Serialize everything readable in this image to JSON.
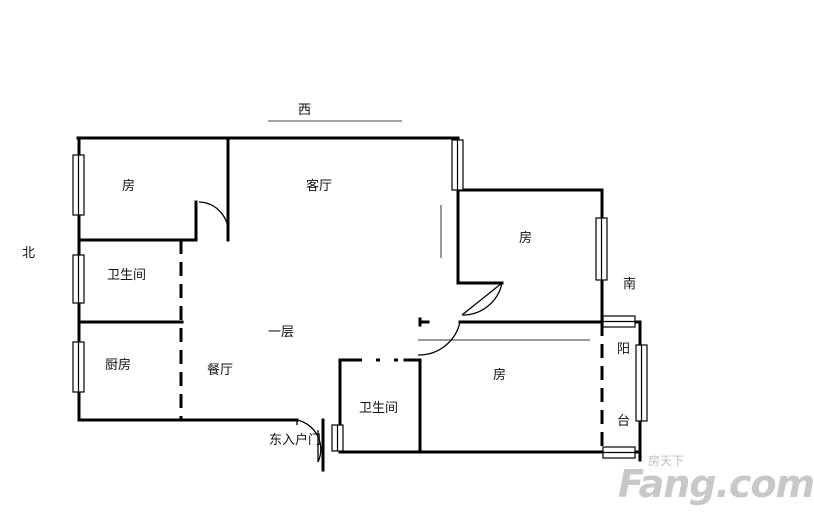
{
  "directions": {
    "west": "西",
    "north": "北",
    "south": "南"
  },
  "rooms": {
    "bedroom_nw": "房",
    "living_room": "客厅",
    "bedroom_east_upper": "房",
    "bathroom_west": "卫生间",
    "floor_label": "一层",
    "kitchen": "厨房",
    "dining_room": "餐厅",
    "bedroom_east_lower": "房",
    "bathroom_south": "卫生间",
    "entrance": "东入户门",
    "balcony_1": "阳",
    "balcony_2": "台"
  },
  "watermark": {
    "sub": "房天下",
    "main": "Fang.com"
  }
}
